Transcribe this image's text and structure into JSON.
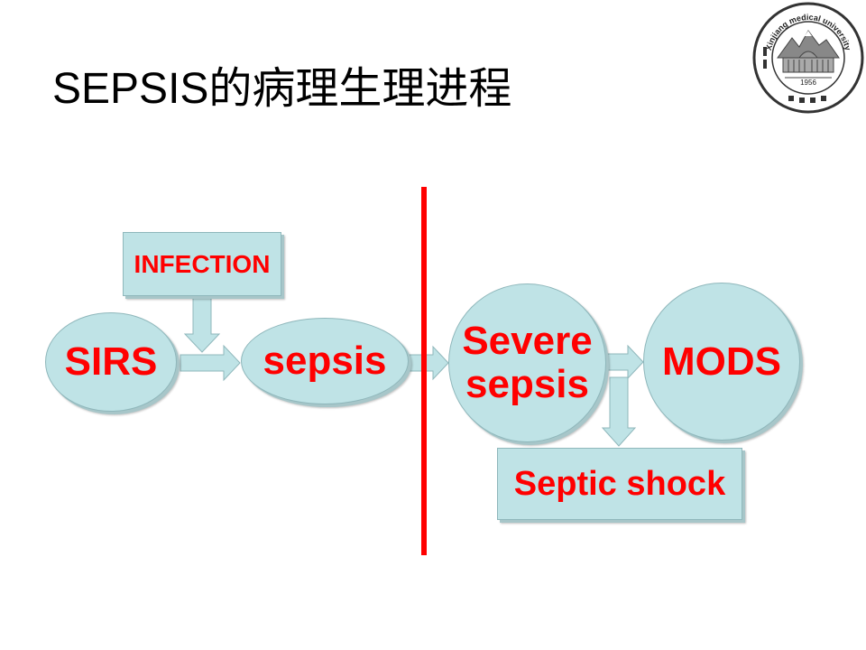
{
  "title": "SEPSIS的病理生理进程",
  "nodes": {
    "infection": "INFECTION",
    "sirs": "SIRS",
    "sepsis": "sepsis",
    "severe_sepsis_line1": "Severe",
    "severe_sepsis_line2": "sepsis",
    "mods": "MODS",
    "septic_shock": "Septic shock"
  },
  "logo": {
    "arc_text": "Xinjiang medical university",
    "year": "1956",
    "icon": "university-seal-icon"
  },
  "colors": {
    "node_fill": "#bfe3e6",
    "node_text": "#ff0000",
    "divider": "#ff0000"
  }
}
